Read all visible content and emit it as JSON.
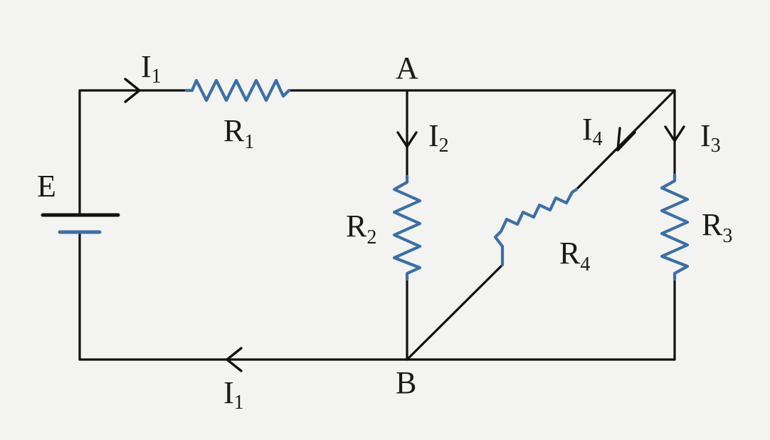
{
  "diagram": {
    "battery": {
      "label": "E"
    },
    "nodes": {
      "top": "A",
      "bottom": "B"
    },
    "resistors": [
      {
        "label": "R",
        "sub": "1"
      },
      {
        "label": "R",
        "sub": "2"
      },
      {
        "label": "R",
        "sub": "3"
      },
      {
        "label": "R",
        "sub": "4"
      }
    ],
    "currents": [
      {
        "label": "I",
        "sub": "1"
      },
      {
        "label": "I",
        "sub": "2"
      },
      {
        "label": "I",
        "sub": "3"
      },
      {
        "label": "I",
        "sub": "4"
      },
      {
        "label": "I",
        "sub": "1"
      }
    ],
    "colors": {
      "wire": "#111111",
      "resistor": "#3d6fa3",
      "background": "#f3f3f1"
    }
  }
}
